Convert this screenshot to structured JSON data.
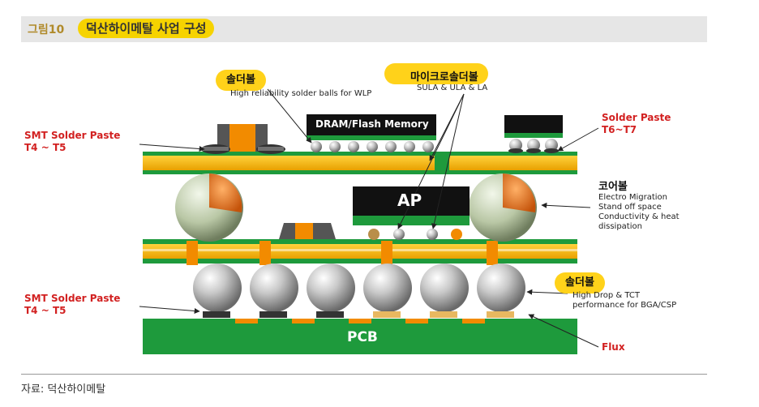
{
  "figure": {
    "number": "그림10",
    "title": "덕산하이메탈 사업 구성"
  },
  "labels": {
    "smt_top": [
      "SMT Solder Paste",
      "T4 ~ T5"
    ],
    "smt_bottom": [
      "SMT Solder Paste",
      "T4 ~ T5"
    ],
    "solder_paste_right": [
      "Solder Paste",
      "T6~T7"
    ],
    "flux": "Flux",
    "pcb": "PCB",
    "ap": "AP",
    "dram": "DRAM/Flash Memory"
  },
  "callouts": {
    "solder_ball_top": {
      "title": "솔더볼",
      "desc": "High reliability solder balls for WLP"
    },
    "micro_solder_ball": {
      "title": "마이크로솔더볼",
      "desc": "SULA & ULA & LA"
    },
    "core_ball": {
      "title": "코어볼",
      "desc": [
        "Electro Migration",
        "Stand off space",
        "Conductivity & heat",
        "dissipation"
      ]
    },
    "solder_ball_bottom": {
      "title": "솔더볼",
      "desc": [
        "High Drop & TCT",
        "performance for BGA/CSP"
      ]
    }
  },
  "source": "자료: 덕산하이메탈",
  "colors": {
    "substrate_green": "#1e9a3c",
    "substrate_yellow": "#f4b400",
    "pill_yellow": "#ffd21a",
    "red_text": "#d22121"
  }
}
